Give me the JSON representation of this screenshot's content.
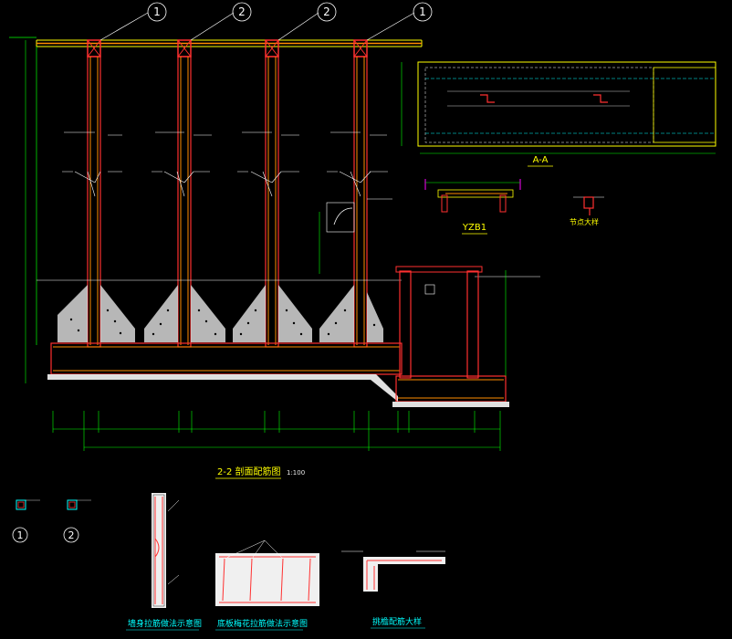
{
  "drawing": {
    "main_title": "2-2 剖面配筋图",
    "main_scale": "1:100",
    "section_aa_title": "A-A",
    "yzb1_title": "YZB1",
    "axis_labels": [
      "1",
      "2",
      "2",
      "1"
    ],
    "detail_node_title": "节点大样",
    "legend_labels": [
      "1",
      "2"
    ],
    "caption_wall_tie": "墙身拉筋做法示意图",
    "caption_floor_tie": "底板梅花拉筋做法示意图",
    "caption_eave": "挑檐配筋大样"
  },
  "colors": {
    "background": "#000000",
    "column": "#ff3030",
    "outline": "#ffff00",
    "section_box": "#ff00ff",
    "dimension": "#00ff00",
    "leader": "#ffffff",
    "title_text": "#ffff00",
    "caption_text": "#00ffff",
    "fill": "#e8e8e8",
    "rebar_orange": "#ff8c00"
  }
}
